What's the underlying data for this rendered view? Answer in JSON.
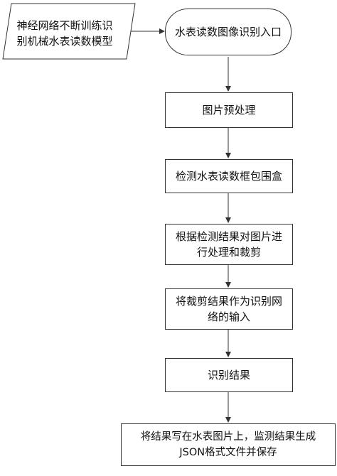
{
  "diagram": {
    "model_note": {
      "line1": "神经网络不断训练识",
      "line2": "别机械水表读数模型"
    },
    "start": {
      "label": "水表读数图像识别入口"
    },
    "steps": [
      {
        "lines": [
          "图片预处理"
        ]
      },
      {
        "lines": [
          "检测水表读数框包围盒"
        ]
      },
      {
        "lines": [
          "根据检测结果对图片进",
          "行处理和裁剪"
        ]
      },
      {
        "lines": [
          "将裁剪结果作为识别网",
          "络的输入"
        ]
      },
      {
        "lines": [
          "识别结果"
        ]
      },
      {
        "lines": [
          "将结果写在水表图片上，监测结果生成",
          "JSON格式文件并保存"
        ]
      }
    ]
  }
}
